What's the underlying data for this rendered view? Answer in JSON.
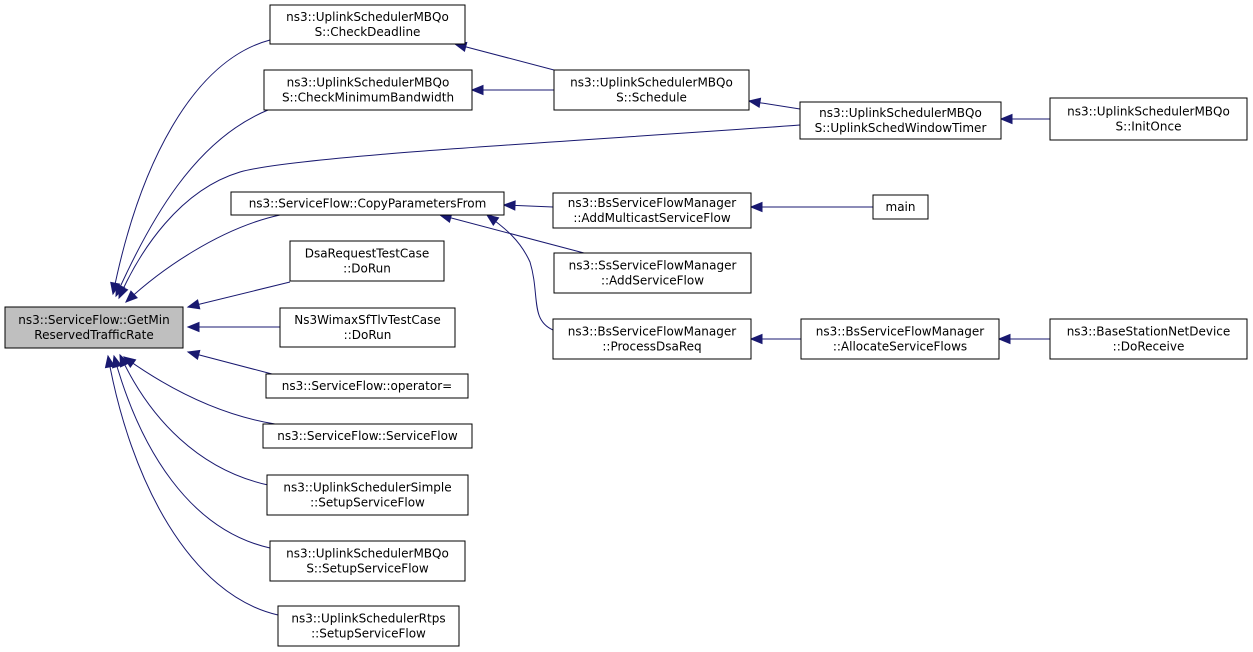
{
  "colors": {
    "edge": "#191970",
    "root_fill": "#bfbfbf",
    "node_fill": "#ffffff",
    "border": "#000000"
  },
  "nodes": [
    {
      "id": "root",
      "lines": [
        "ns3::ServiceFlow::GetMin",
        "ReservedTrafficRate"
      ],
      "root": true
    },
    {
      "id": "checkDeadline",
      "lines": [
        "ns3::UplinkSchedulerMBQo",
        "S::CheckDeadline"
      ]
    },
    {
      "id": "checkMinBw",
      "lines": [
        "ns3::UplinkSchedulerMBQo",
        "S::CheckMinimumBandwidth"
      ]
    },
    {
      "id": "copyParams",
      "lines": [
        "ns3::ServiceFlow::CopyParametersFrom"
      ]
    },
    {
      "id": "dsaRequest",
      "lines": [
        "DsaRequestTestCase",
        "::DoRun"
      ]
    },
    {
      "id": "ns3Wimax",
      "lines": [
        "Ns3WimaxSfTlvTestCase",
        "::DoRun"
      ]
    },
    {
      "id": "operatorEq",
      "lines": [
        "ns3::ServiceFlow::operator="
      ]
    },
    {
      "id": "serviceFlowCtor",
      "lines": [
        "ns3::ServiceFlow::ServiceFlow"
      ]
    },
    {
      "id": "setupSimple",
      "lines": [
        "ns3::UplinkSchedulerSimple",
        "::SetupServiceFlow"
      ]
    },
    {
      "id": "setupMBQoS",
      "lines": [
        "ns3::UplinkSchedulerMBQo",
        "S::SetupServiceFlow"
      ]
    },
    {
      "id": "setupRtps",
      "lines": [
        "ns3::UplinkSchedulerRtps",
        "::SetupServiceFlow"
      ]
    },
    {
      "id": "schedule",
      "lines": [
        "ns3::UplinkSchedulerMBQo",
        "S::Schedule"
      ]
    },
    {
      "id": "addMulticast",
      "lines": [
        "ns3::BsServiceFlowManager",
        "::AddMulticastServiceFlow"
      ]
    },
    {
      "id": "ssAdd",
      "lines": [
        "ns3::SsServiceFlowManager",
        "::AddServiceFlow"
      ]
    },
    {
      "id": "processDsa",
      "lines": [
        "ns3::BsServiceFlowManager",
        "::ProcessDsaReq"
      ]
    },
    {
      "id": "windowTimer",
      "lines": [
        "ns3::UplinkSchedulerMBQo",
        "S::UplinkSchedWindowTimer"
      ]
    },
    {
      "id": "main",
      "lines": [
        "main"
      ]
    },
    {
      "id": "allocate",
      "lines": [
        "ns3::BsServiceFlowManager",
        "::AllocateServiceFlows"
      ]
    },
    {
      "id": "initOnce",
      "lines": [
        "ns3::UplinkSchedulerMBQo",
        "S::InitOnce"
      ]
    },
    {
      "id": "doReceive",
      "lines": [
        "ns3::BaseStationNetDevice",
        "::DoReceive"
      ]
    }
  ],
  "edges": [
    {
      "from": "checkDeadline",
      "to": "root"
    },
    {
      "from": "checkMinBw",
      "to": "root"
    },
    {
      "from": "windowTimer",
      "to": "root"
    },
    {
      "from": "copyParams",
      "to": "root"
    },
    {
      "from": "dsaRequest",
      "to": "root"
    },
    {
      "from": "ns3Wimax",
      "to": "root"
    },
    {
      "from": "operatorEq",
      "to": "root"
    },
    {
      "from": "serviceFlowCtor",
      "to": "root"
    },
    {
      "from": "setupSimple",
      "to": "root"
    },
    {
      "from": "setupMBQoS",
      "to": "root"
    },
    {
      "from": "setupRtps",
      "to": "root"
    },
    {
      "from": "schedule",
      "to": "checkDeadline"
    },
    {
      "from": "schedule",
      "to": "checkMinBw"
    },
    {
      "from": "windowTimer",
      "to": "schedule"
    },
    {
      "from": "initOnce",
      "to": "windowTimer"
    },
    {
      "from": "addMulticast",
      "to": "copyParams"
    },
    {
      "from": "ssAdd",
      "to": "copyParams"
    },
    {
      "from": "processDsa",
      "to": "copyParams"
    },
    {
      "from": "main",
      "to": "addMulticast"
    },
    {
      "from": "allocate",
      "to": "processDsa"
    },
    {
      "from": "doReceive",
      "to": "allocate"
    }
  ]
}
